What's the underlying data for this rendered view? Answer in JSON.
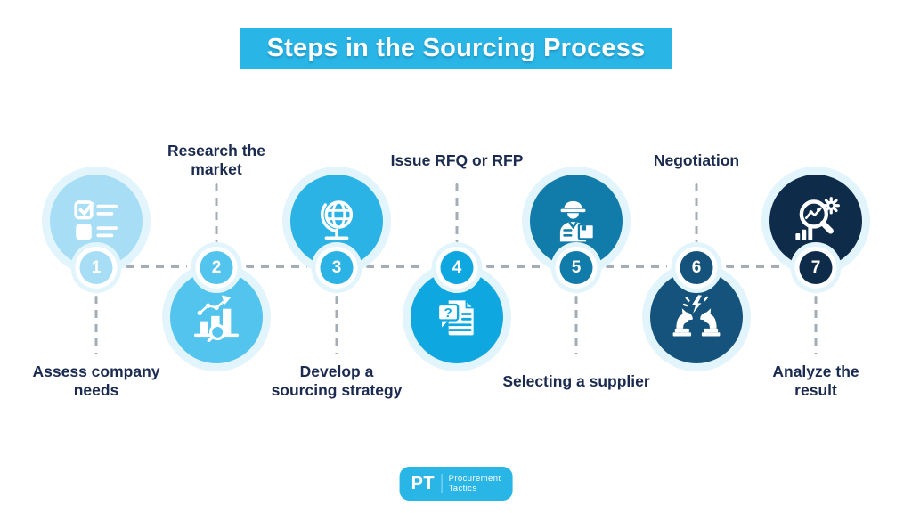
{
  "title": "Steps in the Sourcing Process",
  "colors": {
    "accent_blue": "#29b5e6",
    "label_navy": "#1b2b50",
    "halo_blue": "#e2f4fc",
    "dash_gray": "#a3adb5",
    "background": "#ffffff"
  },
  "steps": [
    {
      "num": "1",
      "label": "Assess company needs",
      "lines": [
        "Assess company",
        "needs"
      ],
      "color": "#a7def5",
      "icon": "checklist-icon",
      "layout": "circle-above"
    },
    {
      "num": "2",
      "label": "Research the market",
      "lines": [
        "Research the",
        "market"
      ],
      "color": "#53c4ed",
      "icon": "market-research-icon",
      "layout": "circle-below"
    },
    {
      "num": "3",
      "label": "Develop a sourcing strategy",
      "lines": [
        "Develop a",
        "sourcing strategy"
      ],
      "color": "#2bb3e6",
      "icon": "globe-icon",
      "layout": "circle-above"
    },
    {
      "num": "4",
      "label": "Issue RFQ or RFP",
      "lines": [
        "Issue RFQ or RFP",
        ""
      ],
      "color": "#0fa7e0",
      "icon": "rfq-document-icon",
      "icon_glyph": "?",
      "layout": "circle-below"
    },
    {
      "num": "5",
      "label": "Selecting a supplier",
      "lines": [
        "Selecting a supplier",
        ""
      ],
      "color": "#117ca9",
      "icon": "supplier-icon",
      "layout": "circle-above"
    },
    {
      "num": "6",
      "label": "Negotiation",
      "lines": [
        "Negotiation",
        ""
      ],
      "color": "#15537c",
      "icon": "negotiation-chess-icon",
      "layout": "circle-below"
    },
    {
      "num": "7",
      "label": "Analyze the result",
      "lines": [
        "Analyze the",
        "result"
      ],
      "color": "#0f2b4a",
      "icon": "analyze-result-icon",
      "layout": "circle-above"
    }
  ],
  "logo": {
    "abbr": "PT",
    "name_line1": "Procurement",
    "name_line2": "Tactics"
  }
}
